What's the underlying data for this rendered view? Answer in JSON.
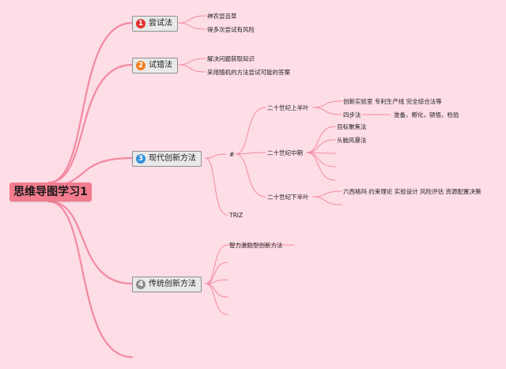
{
  "root": {
    "label": "思维导图学习1"
  },
  "branches": [
    {
      "num": "1",
      "label": "尝试法",
      "color": "#e0312f"
    },
    {
      "num": "2",
      "label": "试错法",
      "color": "#f07d1f"
    },
    {
      "num": "3",
      "label": "现代创新方法",
      "color": "#2e8fd6"
    },
    {
      "num": "4",
      "label": "传统创新方法",
      "color": "#8c8c8c"
    }
  ],
  "try_method": {
    "items": [
      "神农尝百草",
      "得多次尝试有风险"
    ]
  },
  "trial_error": {
    "items": [
      "解决问题获取知识",
      "采用随机的方法尝试可能的答案"
    ]
  },
  "modern": {
    "hash": "#",
    "triz": "TRIZ",
    "first_half": {
      "label": "二十世纪上半叶",
      "item1": "创新实验室 专利生产线 完全综合法等",
      "four_step": "四步法",
      "four_step_detail": "准备，孵化，顿悟，检验"
    },
    "mid": {
      "label": "二十世纪中期",
      "items": [
        "目标聚焦法",
        "头脑风暴法"
      ]
    },
    "second_half": {
      "label": "二十世纪下半叶",
      "item": "六西格玛 约束理论 实验设计 风险评估 资源配置决策"
    }
  },
  "traditional": {
    "items": [
      "智力激励型创新方法"
    ]
  },
  "style": {
    "line_color": "#f28aa0",
    "background": "#fddde6",
    "root_color": "#f37c8f"
  }
}
